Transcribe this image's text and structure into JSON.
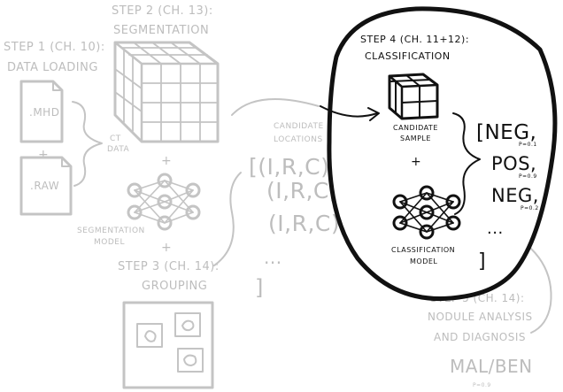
{
  "steps": {
    "step1": {
      "title": "STEP 1 (CH. 10):",
      "subtitle": "DATA LOADING",
      "file1": ".MHD",
      "plus": "+",
      "file2": ".RAW"
    },
    "step2": {
      "title": "STEP 2 (CH. 13):",
      "subtitle": "SEGMENTATION",
      "ct_label_1": "CT",
      "ct_label_2": "DATA",
      "plus": "+",
      "model_label_1": "SEGMENTATION",
      "model_label_2": "MODEL"
    },
    "step3": {
      "title": "STEP 3 (CH. 14):",
      "subtitle": "GROUPING"
    },
    "candidates": {
      "label_1": "CANDIDATE",
      "label_2": "LOCATIONS",
      "row1": "[(I,R,C),",
      "row2": "(I,R,C),",
      "row3": "(I,R,C),",
      "ellipsis": "...",
      "close": "]"
    },
    "step4": {
      "title": "STEP 4 (CH. 11+12):",
      "subtitle": "CLASSIFICATION",
      "sample_label_1": "CANDIDATE",
      "sample_label_2": "SAMPLE",
      "plus": "+",
      "model_label_1": "CLASSIFICATION",
      "model_label_2": "MODEL"
    },
    "results": {
      "r1": "[NEG,",
      "p1": "P=0.1",
      "r2": "POS,",
      "p2": "P=0.9",
      "r3": "NEG,",
      "p3": "P=0.2",
      "ellipsis": "...",
      "close": "]"
    },
    "step5": {
      "title": "STEP 5 (CH. 14):",
      "subtitle_1": "NODULE ANALYSIS",
      "subtitle_2": "AND DIAGNOSIS",
      "result": "MAL/BEN",
      "prob": "P=0.9"
    }
  },
  "colors": {
    "faded": "#bdbdbd",
    "dark": "#111111",
    "background": "#ffffff"
  }
}
